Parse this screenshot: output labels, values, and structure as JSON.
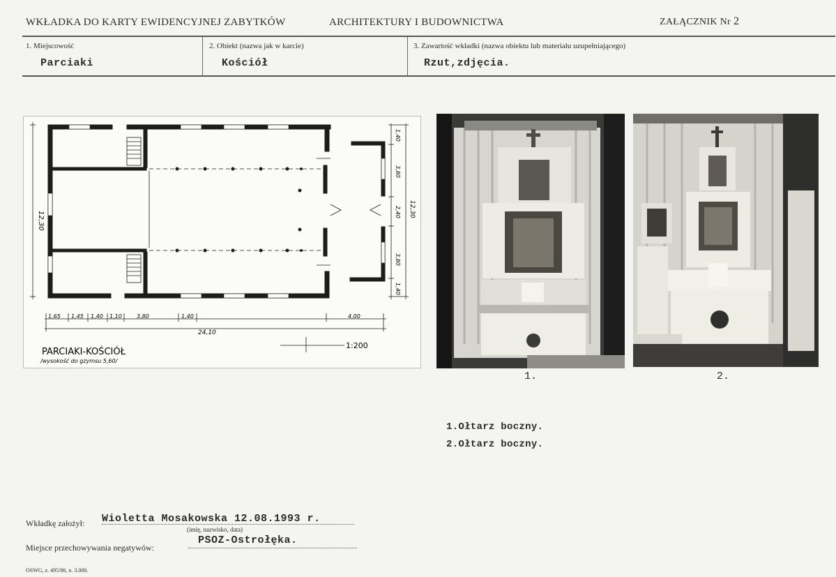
{
  "header": {
    "title": "WKŁADKA DO KARTY EWIDENCYJNEJ ZABYTKÓW",
    "subtitle": "ARCHITEKTURY I BUDOWNICTWA",
    "attachment_label": "ZAŁĄCZNIK Nr",
    "attachment_number": "2"
  },
  "fields": [
    {
      "label": "1. Miejscowość",
      "value": "Parciaki"
    },
    {
      "label": "2. Obiekt (nazwa jak w karcie)",
      "value": "Kościół"
    },
    {
      "label": "3. Zawartość wkładki (nazwa obiektu lub materiału uzupełniającego)",
      "value": "Rzut,zdjęcia."
    }
  ],
  "plan": {
    "title": "PARCIAKI-KOŚCIÓŁ",
    "note": "/wysokość do gzymsu 5,60/",
    "scale": "1:200",
    "total_width": "24,10",
    "total_height": "12,30",
    "bottom_dims": [
      "1,65",
      "1,45",
      "1,40",
      "1,10",
      "3,80",
      "1,40",
      "4,00"
    ],
    "right_dims": [
      "1,40",
      "3,80",
      "2,40",
      "3,80",
      "1,40"
    ],
    "right_total": "12,30"
  },
  "photos": [
    {
      "number": "1."
    },
    {
      "number": "2."
    }
  ],
  "captions": [
    "1.Ołtarz boczny.",
    "2.Ołtarz boczny."
  ],
  "footer": {
    "creator_label": "Wkładkę założył:",
    "creator_value": "Wioletta Mosakowska 12.08.1993 r.",
    "creator_note": "(imię, nazwisko, data)",
    "storage_label": "Miejsce przechowywania negatywów:",
    "storage_value": "PSOZ-Ostrołęka.",
    "print_id": "OSWG, z. 495/86, n. 3.000."
  }
}
